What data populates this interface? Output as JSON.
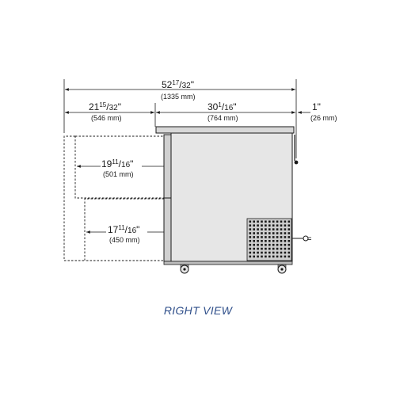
{
  "dimensions": {
    "overall_width": {
      "whole": "52",
      "num": "17",
      "den": "32",
      "metric": "(1335 mm)"
    },
    "drawers_open_depth": {
      "whole": "21",
      "num": "15",
      "den": "32",
      "metric": "(546 mm)"
    },
    "cabinet_depth": {
      "whole": "30",
      "num": "1",
      "den": "16",
      "metric": "(764 mm)"
    },
    "handle_depth": {
      "label": "1\"",
      "metric": "(26 mm)"
    },
    "upper_drawer_height": {
      "whole": "19",
      "num": "11",
      "den": "16",
      "metric": "(501 mm)"
    },
    "lower_drawer_height": {
      "whole": "17",
      "num": "11",
      "den": "16",
      "metric": "(450 mm)"
    }
  },
  "caption": "RIGHT VIEW",
  "colors": {
    "line": "#1a1a1a",
    "cabinet_fill": "#e6e6e6",
    "caption": "#2f4f8a"
  }
}
